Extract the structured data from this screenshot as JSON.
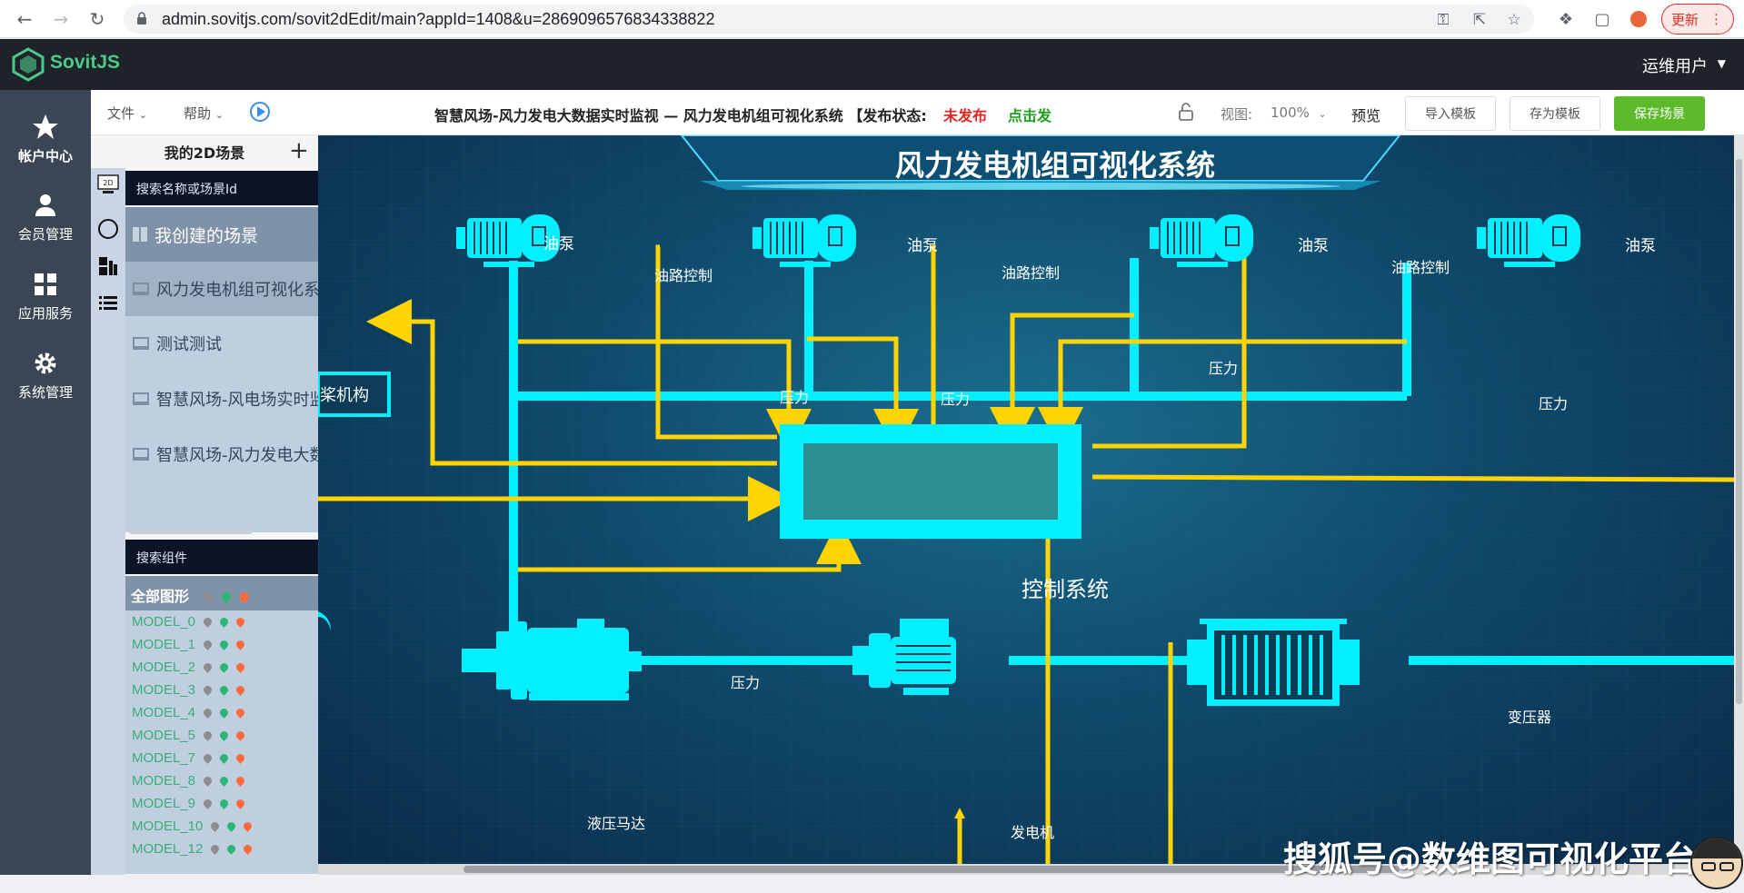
{
  "browser": {
    "url": "admin.sovitjs.com/sovit2dEdit/main?appId=1408&u=2869096576834338822",
    "update_label": "更新"
  },
  "app": {
    "logo_text": "SovitJS",
    "user": "运维用户"
  },
  "nav": [
    {
      "label": "帐户中心",
      "icon": "star-icon"
    },
    {
      "label": "会员管理",
      "icon": "user-icon"
    },
    {
      "label": "应用服务",
      "icon": "grid-icon"
    },
    {
      "label": "系统管理",
      "icon": "gear-icon"
    }
  ],
  "toolbar": {
    "file": "文件",
    "help": "帮助",
    "title": "智慧风场-风力发电大数据实时监视 — 风力发电机组可视化系统 【发布状态:",
    "status": "未发布",
    "publish": "点击发",
    "view_label": "视图:",
    "zoom": "100%",
    "preview": "预览",
    "import_tpl": "导入模板",
    "save_tpl": "存为模板",
    "save_scene": "保存场景"
  },
  "scenes": {
    "title": "我的2D场景",
    "search_placeholder": "搜索名称或场景Id",
    "group": "我创建的场景",
    "items": [
      "风力发电机组可视化系统",
      "测试测试",
      "智慧风场-风电场实时监视",
      "智慧风场-风力发电大数据"
    ]
  },
  "components": {
    "search_placeholder": "搜索组件",
    "header": "全部图形",
    "items": [
      "MODEL_0",
      "MODEL_1",
      "MODEL_2",
      "MODEL_3",
      "MODEL_4",
      "MODEL_5",
      "MODEL_7",
      "MODEL_8",
      "MODEL_9",
      "MODEL_10",
      "MODEL_12"
    ]
  },
  "canvas": {
    "title": "风力发电机组可视化系统",
    "control": "控制系统",
    "pump": "油泵",
    "oil_control": "油路控制",
    "pressure": "压力",
    "pitch": "桨机构",
    "hydraulic_motor": "液压马达",
    "generator": "发电机",
    "transformer": "变压器"
  },
  "colors": {
    "cyan": "#00f0ff",
    "yellow": "#ffd400",
    "control_fill": "#2a8f8f",
    "save_green": "#5dbb2b",
    "status_red": "#e6261e"
  },
  "watermark": "搜狐号@数维图可视化平台"
}
